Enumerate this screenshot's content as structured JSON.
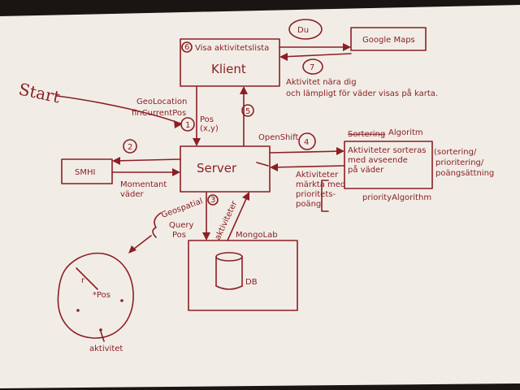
{
  "colors": {
    "ink": "#8b1f24",
    "paper": "#f3efe8",
    "background": "#1a1512"
  },
  "start_label": "Start",
  "client": {
    "title": "Klient",
    "header": "Visa aktivitetslista",
    "step": "6"
  },
  "du_label": "Du",
  "google_maps": {
    "title": "Google Maps"
  },
  "step7": {
    "number": "7",
    "line1": "Aktivitet nära dig",
    "line2": "och lämpligt för väder visas på karta."
  },
  "geolocation": {
    "line1": "GeoLocation",
    "line2": "finCurrentPos"
  },
  "step1": {
    "number": "1",
    "label": "Pos",
    "sublabel": "(x,y)"
  },
  "step5": {
    "number": "5"
  },
  "openshift": "OpenShift",
  "step2": {
    "number": "2"
  },
  "smhi": {
    "title": "SMHI"
  },
  "weather": {
    "line1": "Momentant",
    "line2": "väder"
  },
  "server": {
    "title": "Server"
  },
  "step4": {
    "number": "4"
  },
  "algorithm": {
    "strike": "Sortering",
    "title": "Algoritm",
    "line1": "Aktiviteter sorteras",
    "line2": "med avseende",
    "line3": "på väder",
    "side1": "(sortering/",
    "side2": "prioritering/",
    "side3": "poängsättning",
    "footer": "priorityAlgorithm"
  },
  "marked": {
    "line1": "Aktiviteter",
    "line2": "märkta med",
    "line3": "prioritets-",
    "line4": "poäng"
  },
  "step3": {
    "number": "3"
  },
  "geospatial": {
    "line1": "Geospatial",
    "line2": "Query",
    "line3": "Pos"
  },
  "aktiviteter_label": "aktiviteter",
  "mongolab": "MongoLab",
  "db": {
    "label": "DB"
  },
  "circle": {
    "r": "r",
    "pos": "*Pos",
    "caption": "aktivitet"
  }
}
